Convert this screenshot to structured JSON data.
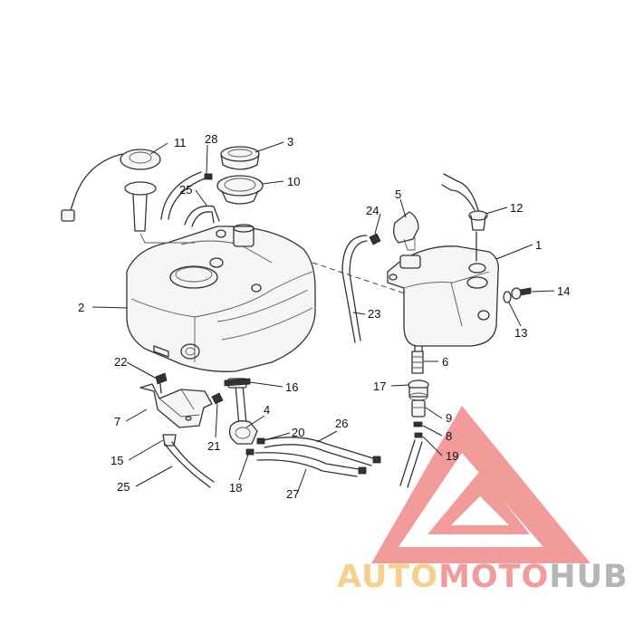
{
  "diagram": {
    "callouts": [
      {
        "id": "1",
        "label": "1"
      },
      {
        "id": "2",
        "label": "2"
      },
      {
        "id": "3",
        "label": "3"
      },
      {
        "id": "4",
        "label": "4"
      },
      {
        "id": "5",
        "label": "5"
      },
      {
        "id": "6",
        "label": "6"
      },
      {
        "id": "7",
        "label": "7"
      },
      {
        "id": "8",
        "label": "8"
      },
      {
        "id": "9",
        "label": "9"
      },
      {
        "id": "10",
        "label": "10"
      },
      {
        "id": "11",
        "label": "11"
      },
      {
        "id": "12",
        "label": "12"
      },
      {
        "id": "13",
        "label": "13"
      },
      {
        "id": "14",
        "label": "14"
      },
      {
        "id": "15",
        "label": "15"
      },
      {
        "id": "16",
        "label": "16"
      },
      {
        "id": "17",
        "label": "17"
      },
      {
        "id": "18",
        "label": "18"
      },
      {
        "id": "19",
        "label": "19"
      },
      {
        "id": "20",
        "label": "20"
      },
      {
        "id": "21",
        "label": "21"
      },
      {
        "id": "22",
        "label": "22"
      },
      {
        "id": "23",
        "label": "23"
      },
      {
        "id": "24",
        "label": "24"
      },
      {
        "id": "25a",
        "label": "25"
      },
      {
        "id": "25b",
        "label": "25"
      },
      {
        "id": "26",
        "label": "26"
      },
      {
        "id": "27",
        "label": "27"
      },
      {
        "id": "28",
        "label": "28"
      }
    ]
  },
  "watermark": {
    "part1": "AUTO",
    "part2": "MOTO",
    "part3": "HUB",
    "colors": {
      "triangle": "#f08a8a",
      "auto": "#f7c87a",
      "moto": "#f08a8a",
      "hub": "#a9a9a9"
    }
  }
}
